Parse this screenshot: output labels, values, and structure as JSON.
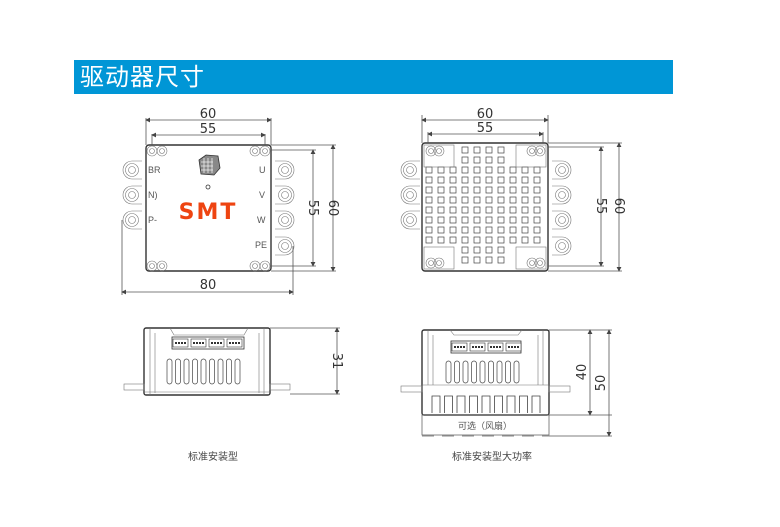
{
  "header": {
    "title": "驱动器尺寸",
    "background": "#0096d6"
  },
  "standard_top": {
    "dim_width_outer": "60",
    "dim_width_inner": "55",
    "dim_height_inner": "55",
    "dim_height_outer": "60",
    "dim_total_width": "80",
    "terminals_left": [
      "BR",
      "N)",
      "P-"
    ],
    "terminals_right": [
      "U",
      "V",
      "W",
      "PE"
    ],
    "logo": "SMT",
    "logo_color": "#ee4411"
  },
  "highpower_top": {
    "dim_width_outer": "60",
    "dim_width_inner": "55",
    "dim_height_inner": "55",
    "dim_height_outer": "60"
  },
  "standard_side": {
    "dim_height": "31",
    "caption": "标准安装型"
  },
  "highpower_side": {
    "dim_height_body": "40",
    "dim_height_total": "50",
    "fan_label": "可选（风扇）",
    "caption": "标准安装型大功率"
  }
}
